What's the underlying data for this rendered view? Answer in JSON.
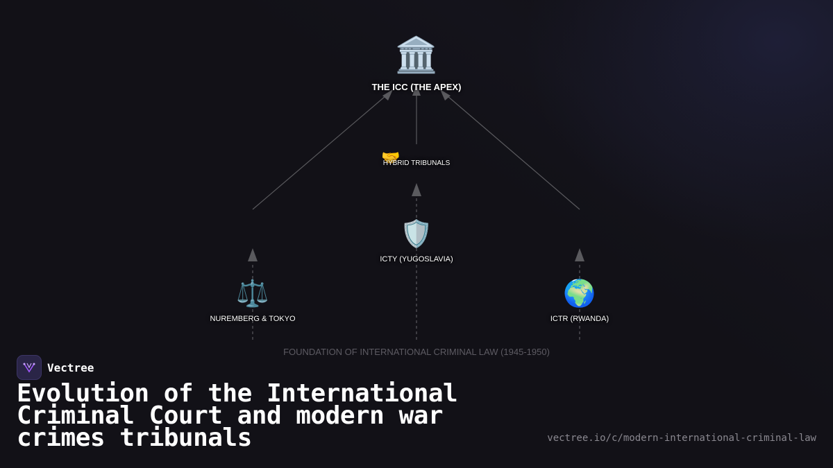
{
  "diagram": {
    "nodes": [
      {
        "id": "icc",
        "icon": "classical-building-icon",
        "glyph": "🏛️",
        "label": "THE ICC (THE APEX)"
      },
      {
        "id": "hybrid",
        "icon": "handshake-icon",
        "glyph": "🤝",
        "label": "HYBRID TRIBUNALS"
      },
      {
        "id": "icty",
        "icon": "shield-icon",
        "glyph": "🛡️",
        "label": "ICTY (YUGOSLAVIA)"
      },
      {
        "id": "nuremberg",
        "icon": "balance-scale-icon",
        "glyph": "⚖️",
        "label": "NUREMBERG & TOKYO"
      },
      {
        "id": "ictr",
        "icon": "globe-africa-icon",
        "glyph": "🌍",
        "label": "ICTR (RWANDA)"
      }
    ],
    "edges": [
      {
        "from": "nuremberg",
        "to": "icc",
        "style": "solid"
      },
      {
        "from": "ictr",
        "to": "icc",
        "style": "solid"
      },
      {
        "from": "hybrid",
        "to": "icc",
        "style": "solid"
      },
      {
        "from": "icty",
        "to": "hybrid",
        "style": "dashed"
      },
      {
        "from": "foundation",
        "to": "nuremberg",
        "style": "dashed"
      },
      {
        "from": "foundation",
        "to": "icty",
        "style": "dashed"
      },
      {
        "from": "foundation",
        "to": "ictr",
        "style": "dashed"
      }
    ],
    "foundation_label": "FOUNDATION OF INTERNATIONAL CRIMINAL LAW (1945-1950)",
    "edge_color": "#5a5a5e"
  },
  "brand": {
    "name": "Vectree",
    "logo_icon": "vectree-logo-icon",
    "logo_color": "#a259ff"
  },
  "title": "Evolution of the International Criminal Court and modern war crimes tribunals",
  "url": "vectree.io/c/modern-international-criminal-law",
  "colors": {
    "background": "#121117",
    "foundation_text": "#5d5b63",
    "url_text": "#8a8890"
  }
}
